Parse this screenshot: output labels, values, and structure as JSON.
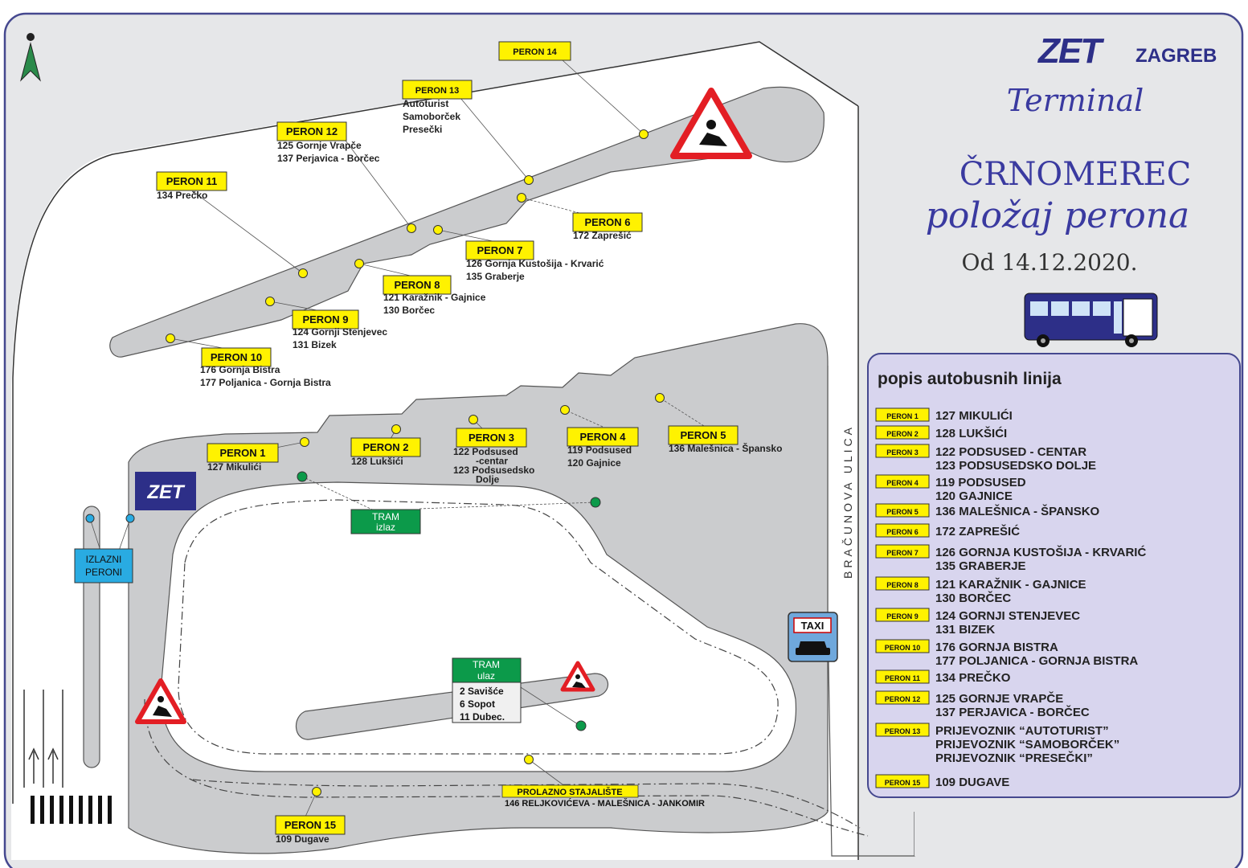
{
  "brand": {
    "logo_text": "ZET",
    "city": "ZAGREB"
  },
  "titles": {
    "line1": "Terminal",
    "line2": "ČRNOMEREC",
    "line3": "položaj perona",
    "date": "Od 14.12.2020."
  },
  "colors": {
    "frame": "#45488f",
    "ground": "#e6e7e9",
    "platform": "#cbccce",
    "label_bg": "#fff200",
    "tram_green": "#0c9a4a",
    "exit_blue": "#29abe2",
    "panel_bg": "#d8d5ee",
    "title_blue": "#3a3aa0"
  },
  "street": {
    "name": "BRAČUNOVA ULICA"
  },
  "platforms": [
    {
      "label": "PERON 1",
      "lines": [
        "127  Mikulići"
      ]
    },
    {
      "label": "PERON 2",
      "lines": [
        "128  Lukšići"
      ]
    },
    {
      "label": "PERON 3",
      "lines": [
        "122  Podsused",
        "-centar",
        "123  Podsusedsko",
        "Dolje"
      ]
    },
    {
      "label": "PERON 4",
      "lines": [
        "119  Podsused",
        "120  Gajnice"
      ]
    },
    {
      "label": "PERON 5",
      "lines": [
        "136  Malešnica - Špansko"
      ]
    },
    {
      "label": "PERON 6",
      "lines": [
        "172  Zaprešić"
      ]
    },
    {
      "label": "PERON 7",
      "lines": [
        "126  Gornja Kustošija - Krvarić",
        "135  Graberje"
      ]
    },
    {
      "label": "PERON 8",
      "lines": [
        "121  Karažnik - Gajnice",
        "130  Borčec"
      ]
    },
    {
      "label": "PERON 9",
      "lines": [
        "124  Gornji Stenjevec",
        "131  Bizek"
      ]
    },
    {
      "label": "PERON 10",
      "lines": [
        "176  Gornja Bistra",
        "177  Poljanica - Gornja Bistra"
      ]
    },
    {
      "label": "PERON 11",
      "lines": [
        "134  Prečko"
      ]
    },
    {
      "label": "PERON 12",
      "lines": [
        "125  Gornje Vrapče",
        "137  Perjavica - Borčec"
      ]
    },
    {
      "label": "PERON 13",
      "lines": [
        "Autoturist",
        "Samoborček",
        "Presečki"
      ]
    },
    {
      "label": "PERON 14",
      "lines": []
    },
    {
      "label": "PERON 15",
      "lines": [
        "109  Dugave"
      ]
    }
  ],
  "prolazno": {
    "label": "PROLAZNO STAJALIŠTE",
    "lines": [
      "146 RELJKOVIĆEVA - MALEŠNICA - JANKOMIR"
    ]
  },
  "tram_exit": {
    "line1": "TRAM",
    "line2": "izlaz"
  },
  "tram_entry": {
    "line1": "TRAM",
    "line2": "ulaz",
    "lines": [
      "2 Savišće",
      "6 Sopot",
      "11 Dubec."
    ]
  },
  "exit_platforms": {
    "line1": "IZLAZNI",
    "line2": "PERONI"
  },
  "taxi": {
    "label": "TAXI"
  },
  "legend": {
    "title": "popis autobusnih linija",
    "rows": [
      {
        "tag": "PERON 1",
        "lines": [
          "127  MIKULIĆI"
        ]
      },
      {
        "tag": "PERON 2",
        "lines": [
          "128  LUKŠIĆI"
        ]
      },
      {
        "tag": "PERON 3",
        "lines": [
          "122  PODSUSED - CENTAR",
          "123  PODSUSEDSKO DOLJE"
        ]
      },
      {
        "tag": "PERON 4",
        "lines": [
          "119  PODSUSED",
          "120  GAJNICE"
        ]
      },
      {
        "tag": "PERON 5",
        "lines": [
          "136  MALEŠNICA - ŠPANSKO"
        ]
      },
      {
        "tag": "PERON 6",
        "lines": [
          "172  ZAPREŠIĆ"
        ]
      },
      {
        "tag": "PERON 7",
        "lines": [
          "126  GORNJA KUSTOŠIJA - KRVARIĆ",
          "135  GRABERJE"
        ]
      },
      {
        "tag": "PERON 8",
        "lines": [
          "121  KARAŽNIK - GAJNICE",
          "130  BORČEC"
        ]
      },
      {
        "tag": "PERON 9",
        "lines": [
          "124  GORNJI STENJEVEC",
          "131  BIZEK"
        ]
      },
      {
        "tag": "PERON 10",
        "lines": [
          "176  GORNJA BISTRA",
          "177  POLJANICA - GORNJA BISTRA"
        ]
      },
      {
        "tag": "PERON 11",
        "lines": [
          "134  PREČKO"
        ]
      },
      {
        "tag": "PERON 12",
        "lines": [
          "125  GORNJE VRAPČE",
          "137  PERJAVICA - BORČEC"
        ]
      },
      {
        "tag": "PERON 13",
        "lines": [
          "PRIJEVOZNIK “AUTOTURIST”",
          "PRIJEVOZNIK “SAMOBORČEK”",
          "PRIJEVOZNIK “PRESEČKI”"
        ]
      },
      {
        "tag": "PERON 15",
        "lines": [
          "109  DUGAVE"
        ]
      }
    ]
  }
}
